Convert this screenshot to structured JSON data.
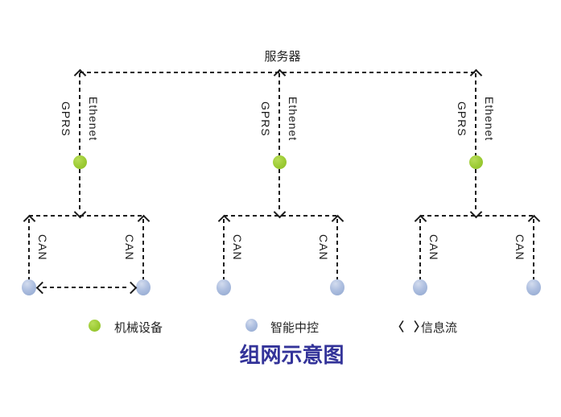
{
  "server": {
    "label": "服务器"
  },
  "branches": [
    {
      "uplink_left": "GPRS",
      "uplink_right": "Ethenet",
      "bus_left": "CAN",
      "bus_right": "CAN"
    },
    {
      "uplink_left": "GPRS",
      "uplink_right": "Ethenet",
      "bus_left": "CAN",
      "bus_right": "CAN"
    },
    {
      "uplink_left": "GPRS",
      "uplink_right": "Ethenet",
      "bus_left": "CAN",
      "bus_right": "CAN"
    }
  ],
  "legend": {
    "device": {
      "label": "机械设备",
      "color": "#9CCB34"
    },
    "controller": {
      "label": "智能中控",
      "color": "#A6B8DC"
    },
    "flow": {
      "symbol": "〈 〉",
      "label": "信息流"
    }
  },
  "title": {
    "text": "组网示意图",
    "color": "#333399"
  },
  "colors": {
    "line": "#1C1C1C",
    "device_green": "#9CCB34",
    "controller_blue": "#A6B8DC",
    "title_blue": "#333399"
  }
}
